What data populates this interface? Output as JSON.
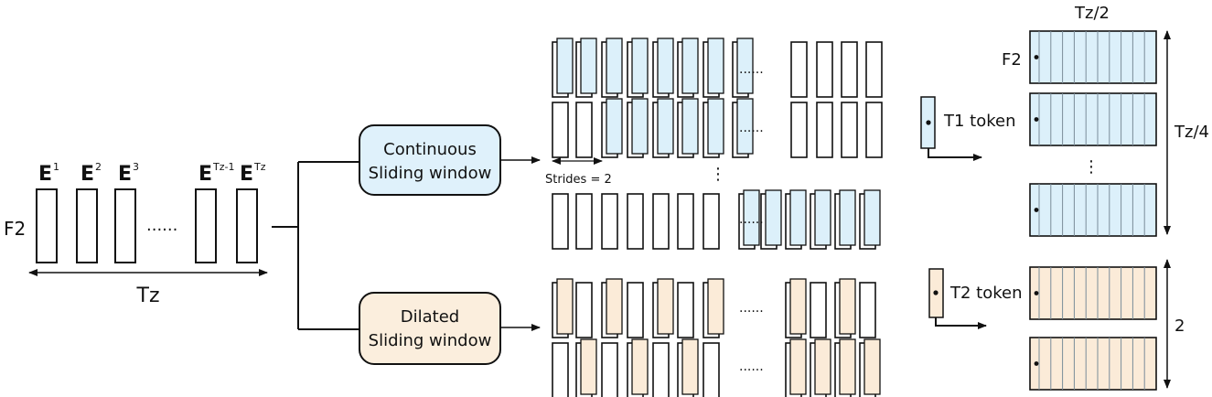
{
  "inputs": {
    "feature_label": "F2",
    "time_label": "Tz",
    "embeddings": [
      {
        "base": "E",
        "sup": "1"
      },
      {
        "base": "E",
        "sup": "2"
      },
      {
        "base": "E",
        "sup": "3"
      },
      {
        "base": "E",
        "sup": "Tz-1"
      },
      {
        "base": "E",
        "sup": "Tz"
      }
    ],
    "dots": "......"
  },
  "branches": {
    "continuous": {
      "line1": "Continuous",
      "line2": "Sliding window",
      "fill": "#dff1fb"
    },
    "dilated": {
      "line1": "Dilated",
      "line2": "Sliding window",
      "fill": "#fbeedd"
    }
  },
  "windows": {
    "strides_label": "Strides = 2",
    "row_dots": "......",
    "vertical_dots": "⋮"
  },
  "outputs": {
    "t1_token_label": "T1 token",
    "t2_token_label": "T2 token",
    "top_width_label": "Tz/2",
    "top_feature_label": "F2",
    "top_height_label": "Tz/4",
    "bottom_height_label": "2",
    "vertical_dots": "⋮",
    "blue_fill": "#dcf0fa",
    "tan_fill": "#fbebd8"
  }
}
